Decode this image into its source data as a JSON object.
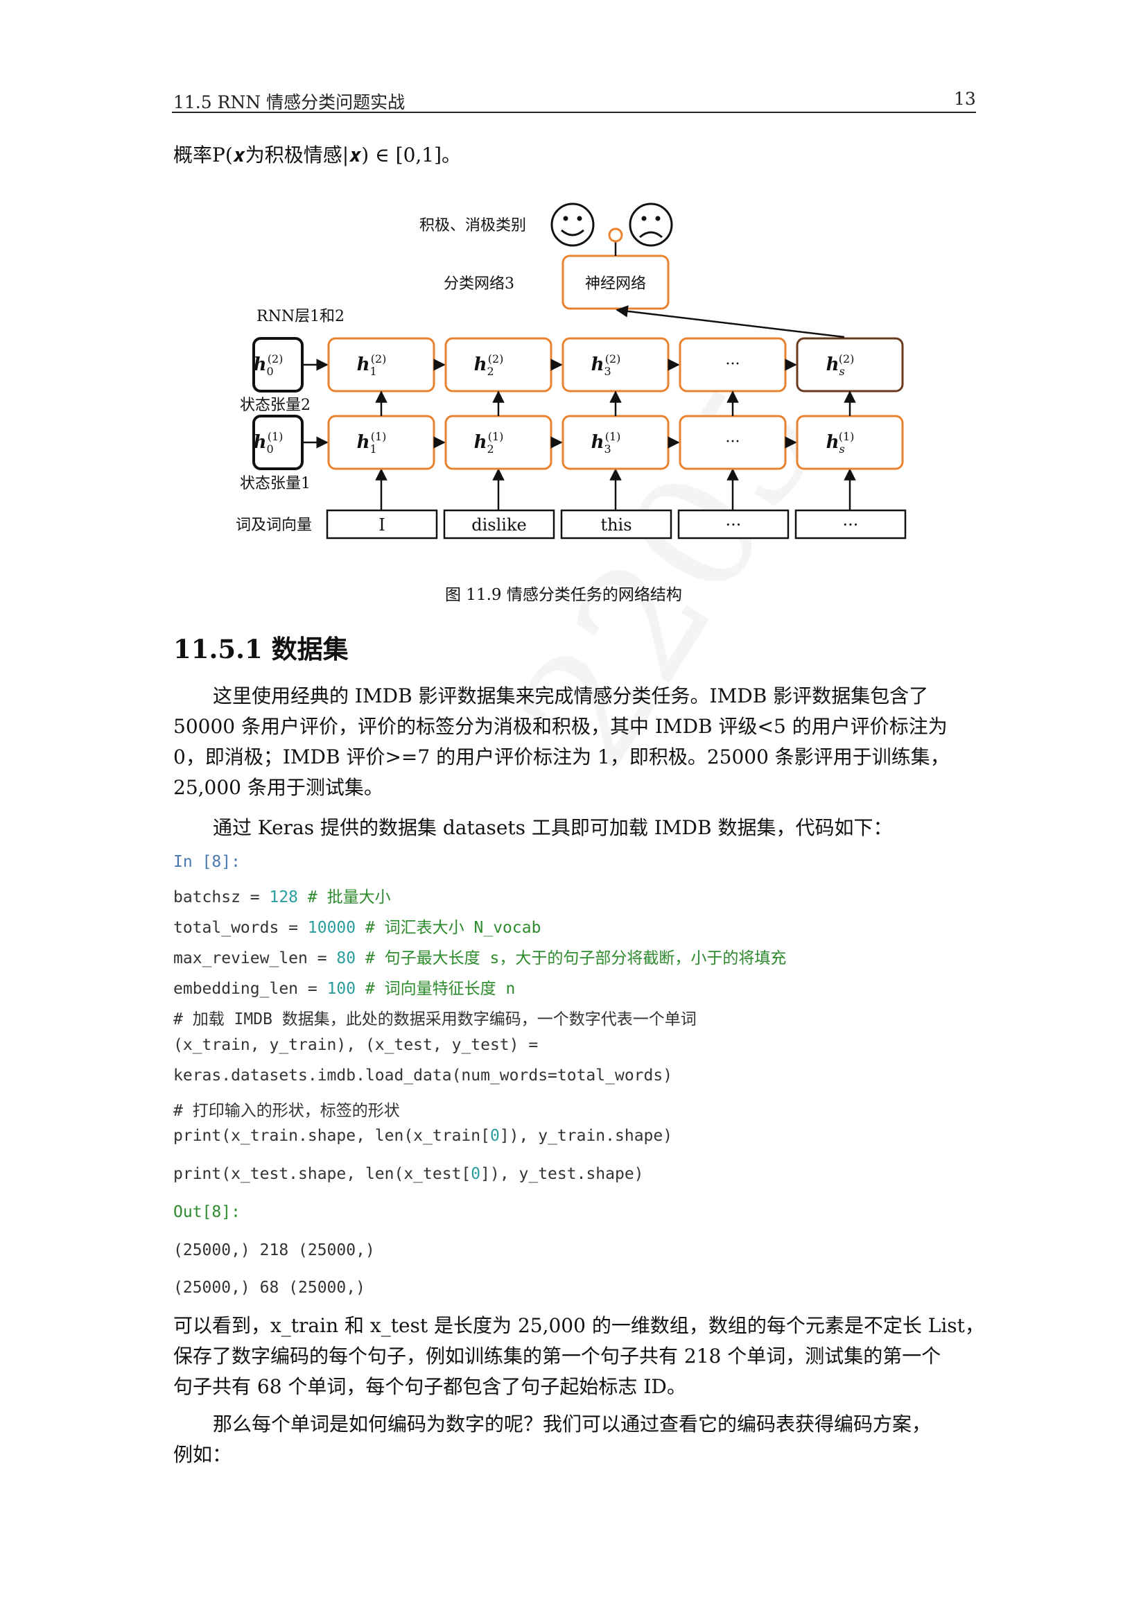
{
  "header": {
    "section": "11.5 RNN 情感分类问题实战",
    "page_number": "13"
  },
  "intro_line": {
    "text": "概率P(𝒙为积极情感|𝒙) ∈ [0,1]。"
  },
  "figure": {
    "label_output": "积极、消极类别",
    "label_classifier": "分类网络3",
    "classifier_box": "神经网络",
    "label_rnn": "RNN层1和2",
    "label_state2": "状态张量2",
    "label_state1": "状态张量1",
    "label_words": "词及词向量",
    "h0_top": {
      "base": "h",
      "sub": "0",
      "sup": "(2)"
    },
    "h0_bottom": {
      "base": "h",
      "sub": "0",
      "sup": "(1)"
    },
    "top_row": [
      {
        "base": "h",
        "sub": "1",
        "sup": "(2)"
      },
      {
        "base": "h",
        "sub": "2",
        "sup": "(2)"
      },
      {
        "base": "h",
        "sub": "3",
        "sup": "(2)"
      },
      {
        "text": "···"
      },
      {
        "base": "h",
        "sub": "s",
        "sup": "(2)"
      }
    ],
    "bottom_row": [
      {
        "base": "h",
        "sub": "1",
        "sup": "(1)"
      },
      {
        "base": "h",
        "sub": "2",
        "sup": "(1)"
      },
      {
        "base": "h",
        "sub": "3",
        "sup": "(1)"
      },
      {
        "text": "···"
      },
      {
        "base": "h",
        "sub": "s",
        "sup": "(1)"
      }
    ],
    "words": [
      "I",
      "dislike",
      "this",
      "···",
      "···"
    ],
    "colors": {
      "orange": "#E8822F",
      "brown": "#6B3A1C",
      "black": "#111111"
    },
    "icons": [
      "smiley-face-icon",
      "sad-face-icon"
    ]
  },
  "caption": "图 11.9   情感分类任务的网络结构",
  "section_title": "11.5.1 数据集",
  "paragraph1": [
    "这里使用经典的 IMDB 影评数据集来完成情感分类任务。IMDB 影评数据集包含了",
    "50000 条用户评价，评价的标签分为消极和积极，其中 IMDB 评级<5 的用户评价标注为",
    "0，即消极；IMDB 评价>=7 的用户评价标注为 1，即积极。25000 条影评用于训练集，",
    "25,000 条用于测试集。"
  ],
  "paragraph2": "通过 Keras 提供的数据集 datasets 工具即可加载 IMDB 数据集，代码如下：",
  "code": {
    "in_prompt": "In [8]:",
    "l1": {
      "pre": "batchsz = ",
      "num": "128",
      "comment": " # 批量大小"
    },
    "l2": {
      "pre": "total_words = ",
      "num": "10000",
      "comment": " # 词汇表大小 N_vocab"
    },
    "l3": {
      "pre": "max_review_len = ",
      "num": "80",
      "comment": " # 句子最大长度 s，大于的句子部分将截断，小于的将填充"
    },
    "l4": {
      "pre": "embedding_len = ",
      "num": "100",
      "comment": " # 词向量特征长度 n"
    },
    "l5": "# 加载 IMDB 数据集，此处的数据采用数字编码，一个数字代表一个单词",
    "l6": "(x_train, y_train), (x_test, y_test) =",
    "l7": "keras.datasets.imdb.load_data(num_words=total_words)",
    "l8": "# 打印输入的形状，标签的形状",
    "l9": {
      "pre": "print(x_train.shape, len(x_train[",
      "num": "0",
      "post": "]), y_train.shape)"
    },
    "l10": {
      "pre": "print(x_test.shape, len(x_test[",
      "num": "0",
      "post": "]), y_test.shape)"
    },
    "out_prompt": "Out[8]:",
    "out1": "(25000,) 218 (25000,)",
    "out2": "(25000,) 68 (25000,)"
  },
  "paragraph3": [
    "可以看到，x_train 和 x_test 是长度为 25,000 的一维数组，数组的每个元素是不定长 List，",
    "保存了数字编码的每个句子，例如训练集的第一个句子共有 218 个单词，测试集的第一个",
    "句子共有 68 个单词，每个句子都包含了句子起始标志 ID。"
  ],
  "paragraph4": [
    "那么每个单词是如何编码为数字的呢？我们可以通过查看它的编码表获得编码方案，",
    "例如："
  ],
  "watermark": "2205"
}
